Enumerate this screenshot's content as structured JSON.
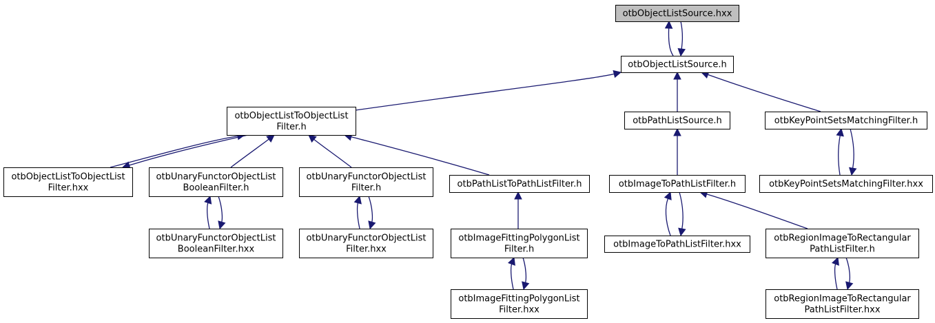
{
  "colors": {
    "edge": "#191970",
    "root_fill": "#bfbfbf",
    "node_fill": "#ffffff",
    "border": "#000000"
  },
  "nodes": {
    "n_source_hxx": {
      "lines": [
        "otbObjectListSource.hxx"
      ],
      "highlight": true
    },
    "n_source_h": {
      "lines": [
        "otbObjectListSource.h"
      ]
    },
    "n_ol2ol_h": {
      "lines": [
        "otbObjectListToObjectList",
        "Filter.h"
      ]
    },
    "n_pathsrc_h": {
      "lines": [
        "otbPathListSource.h"
      ]
    },
    "n_kpsm_h": {
      "lines": [
        "otbKeyPointSetsMatchingFilter.h"
      ]
    },
    "n_ol2ol_hxx": {
      "lines": [
        "otbObjectListToObjectList",
        "Filter.hxx"
      ]
    },
    "n_ufbool_h": {
      "lines": [
        "otbUnaryFunctorObjectList",
        "BooleanFilter.h"
      ]
    },
    "n_uf_h": {
      "lines": [
        "otbUnaryFunctorObjectList",
        "Filter.h"
      ]
    },
    "n_pl2pl_h": {
      "lines": [
        "otbPathListToPathListFilter.h"
      ]
    },
    "n_img2pl_h": {
      "lines": [
        "otbImageToPathListFilter.h"
      ]
    },
    "n_kpsm_hxx": {
      "lines": [
        "otbKeyPointSetsMatchingFilter.hxx"
      ]
    },
    "n_ufbool_hxx": {
      "lines": [
        "otbUnaryFunctorObjectList",
        "BooleanFilter.hxx"
      ]
    },
    "n_uf_hxx": {
      "lines": [
        "otbUnaryFunctorObjectList",
        "Filter.hxx"
      ]
    },
    "n_ifp_h": {
      "lines": [
        "otbImageFittingPolygonList",
        "Filter.h"
      ]
    },
    "n_img2pl_hxx": {
      "lines": [
        "otbImageToPathListFilter.hxx"
      ]
    },
    "n_rir_h": {
      "lines": [
        "otbRegionImageToRectangular",
        "PathListFilter.h"
      ]
    },
    "n_ifp_hxx": {
      "lines": [
        "otbImageFittingPolygonList",
        "Filter.hxx"
      ]
    },
    "n_rir_hxx": {
      "lines": [
        "otbRegionImageToRectangular",
        "PathListFilter.hxx"
      ]
    }
  },
  "edges": [
    [
      "n_source_h",
      "n_source_hxx"
    ],
    [
      "n_source_hxx",
      "n_source_h"
    ],
    [
      "n_ol2ol_h",
      "n_source_h"
    ],
    [
      "n_pathsrc_h",
      "n_source_h"
    ],
    [
      "n_kpsm_h",
      "n_source_h"
    ],
    [
      "n_ol2ol_hxx",
      "n_ol2ol_h"
    ],
    [
      "n_ol2ol_h",
      "n_ol2ol_hxx"
    ],
    [
      "n_ufbool_h",
      "n_ol2ol_h"
    ],
    [
      "n_uf_h",
      "n_ol2ol_h"
    ],
    [
      "n_pl2pl_h",
      "n_ol2ol_h"
    ],
    [
      "n_img2pl_h",
      "n_pathsrc_h"
    ],
    [
      "n_kpsm_hxx",
      "n_kpsm_h"
    ],
    [
      "n_kpsm_h",
      "n_kpsm_hxx"
    ],
    [
      "n_ufbool_hxx",
      "n_ufbool_h"
    ],
    [
      "n_ufbool_h",
      "n_ufbool_hxx"
    ],
    [
      "n_uf_hxx",
      "n_uf_h"
    ],
    [
      "n_uf_h",
      "n_uf_hxx"
    ],
    [
      "n_ifp_h",
      "n_pl2pl_h"
    ],
    [
      "n_img2pl_hxx",
      "n_img2pl_h"
    ],
    [
      "n_img2pl_h",
      "n_img2pl_hxx"
    ],
    [
      "n_rir_h",
      "n_img2pl_h"
    ],
    [
      "n_ifp_hxx",
      "n_ifp_h"
    ],
    [
      "n_ifp_h",
      "n_ifp_hxx"
    ],
    [
      "n_rir_hxx",
      "n_rir_h"
    ],
    [
      "n_rir_h",
      "n_rir_hxx"
    ]
  ]
}
